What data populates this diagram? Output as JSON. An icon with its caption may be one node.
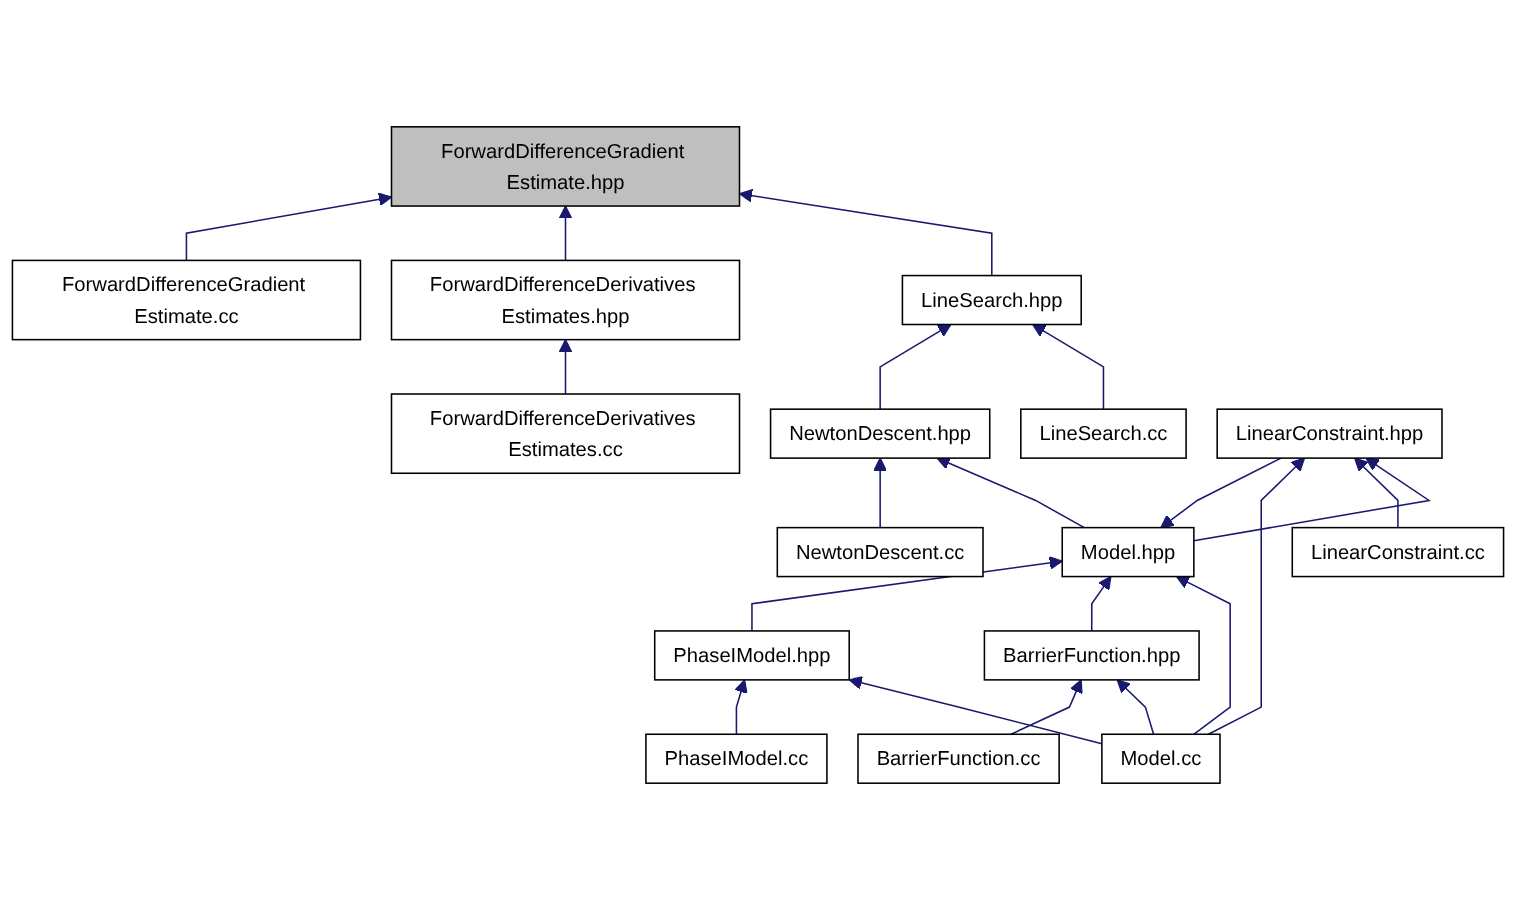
{
  "diagram": {
    "nodes": [
      {
        "text": [
          "ForwardDifferenceGradient Estimate.hpp"
        ]
      },
      {
        "text": [
          "LineSearch.hpp"
        ]
      },
      {
        "text": [
          "ForwardDifferenceDerivatives Estimates.hpp"
        ]
      },
      {
        "text": [
          "ForwardDifferenceGradient Estimate.cc"
        ]
      },
      {
        "text": [
          "LineSearch.cc"
        ]
      },
      {
        "text": [
          "NewtonDescent.hpp"
        ]
      },
      {
        "text": [
          "ForwardDifferenceDerivatives Estimates.cc"
        ]
      },
      {
        "text": [
          "Model.hpp"
        ]
      },
      {
        "text": [
          "NewtonDescent.cc"
        ]
      },
      {
        "text": [
          "LinearConstraint.hpp"
        ]
      },
      {
        "text": [
          "BarrierFunction.hpp"
        ]
      },
      {
        "text": [
          "PhaseIModel.hpp"
        ]
      },
      {
        "text": [
          "LinearConstraint.cc"
        ]
      },
      {
        "text": [
          "Model.cc"
        ]
      },
      {
        "text": [
          "BarrierFunction.cc"
        ]
      },
      {
        "text": [
          "PhaseIModel.cc"
        ]
      }
    ],
    "edges": [
      {
        "from": 1,
        "to": 0,
        "arrow": "to"
      },
      {
        "from": 2,
        "to": 0,
        "arrow": "to"
      },
      {
        "from": 3,
        "to": 0,
        "arrow": "to"
      },
      {
        "from": 4,
        "to": 1,
        "arrow": "to"
      },
      {
        "from": 5,
        "to": 1,
        "arrow": "to"
      },
      {
        "from": 6,
        "to": 2,
        "arrow": "to"
      },
      {
        "from": 7,
        "to": 5,
        "arrow": "to"
      },
      {
        "from": 8,
        "to": 5,
        "arrow": "to"
      },
      {
        "from": 9,
        "to": 7,
        "arrow": "to"
      },
      {
        "from": 7,
        "to": 9,
        "arrow": "to"
      },
      {
        "from": 13,
        "to": 7,
        "arrow": "to"
      },
      {
        "from": 10,
        "to": 7,
        "arrow": "to"
      },
      {
        "from": 11,
        "to": 7,
        "arrow": "to"
      },
      {
        "from": 12,
        "to": 9,
        "arrow": "to"
      },
      {
        "from": 13,
        "to": 9,
        "arrow": "to"
      },
      {
        "from": 13,
        "to": 10,
        "arrow": "to"
      },
      {
        "from": 14,
        "to": 10,
        "arrow": "to"
      },
      {
        "from": 13,
        "to": 11,
        "arrow": "to"
      },
      {
        "from": 15,
        "to": 11,
        "arrow": "to"
      }
    ]
  }
}
